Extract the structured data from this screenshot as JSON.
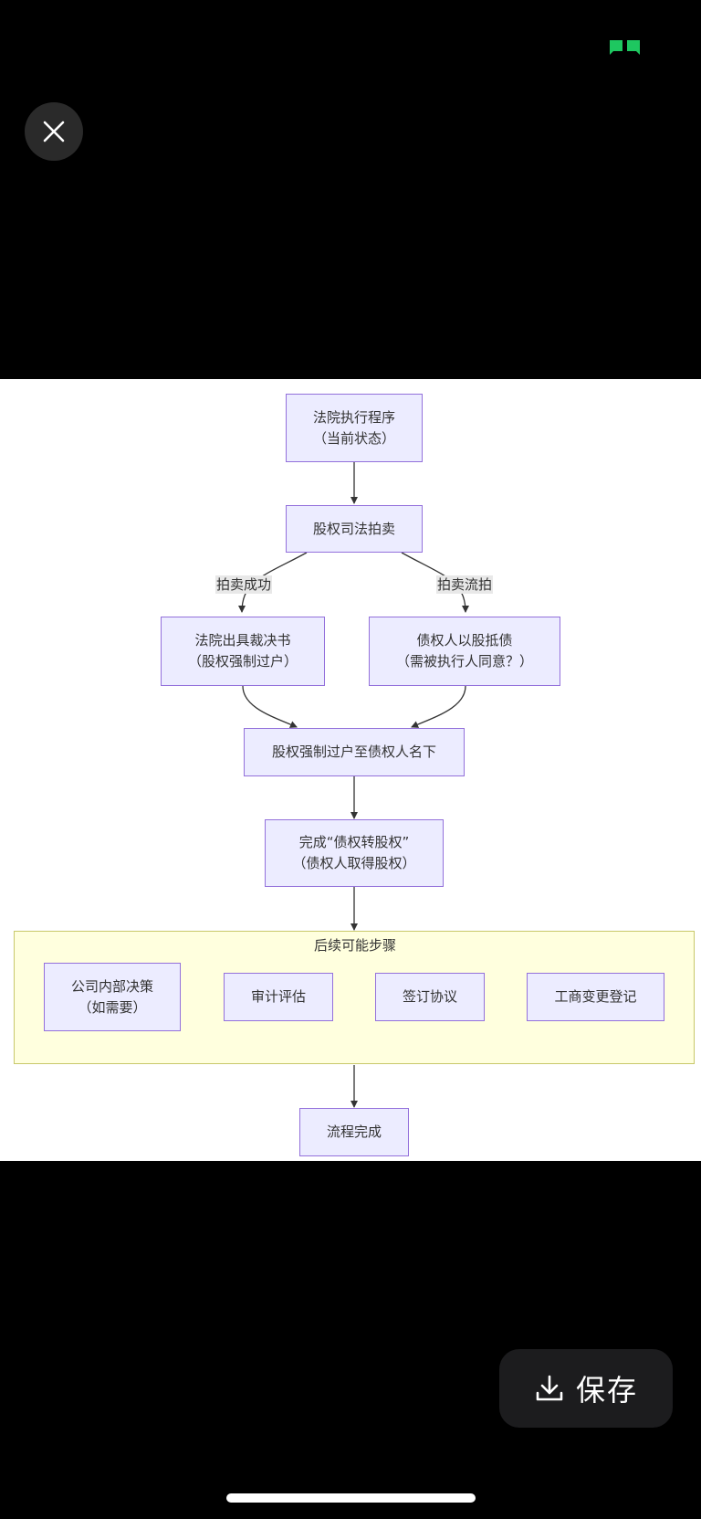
{
  "viewer": {
    "close_icon": "close-icon",
    "chat_badge_icon": "chat-bubbles-icon",
    "chat_badge_color": "#1ec760",
    "save_label": "保存",
    "save_icon": "download-icon"
  },
  "flowchart": {
    "colors": {
      "node_fill": "#ececff",
      "node_border": "#9370db",
      "subgraph_fill": "#ffffde",
      "subgraph_border": "#c8c86a",
      "edge": "#333333",
      "edge_label_bg": "#e8e8e8"
    },
    "nodes": {
      "court": {
        "line1": "法院执行程序",
        "line2": "（当前状态）"
      },
      "auction": {
        "line1": "股权司法拍卖"
      },
      "ruling": {
        "line1": "法院出具裁决书",
        "line2": "（股权强制过户）"
      },
      "offset": {
        "line1": "债权人以股抵债",
        "line2": "（需被执行人同意？）"
      },
      "transfer": {
        "line1": "股权强制过户至债权人名下"
      },
      "complete": {
        "line1": "完成“债权转股权”",
        "line2": "（债权人取得股权）"
      },
      "decision": {
        "line1": "公司内部决策",
        "line2": "（如需要）"
      },
      "audit": {
        "line1": "审计评估"
      },
      "agreement": {
        "line1": "签订协议"
      },
      "registration": {
        "line1": "工商变更登记"
      },
      "done": {
        "line1": "流程完成"
      }
    },
    "edge_labels": {
      "success": "拍卖成功",
      "failed": "拍卖流拍"
    },
    "subgraph_title": "后续可能步骤"
  }
}
